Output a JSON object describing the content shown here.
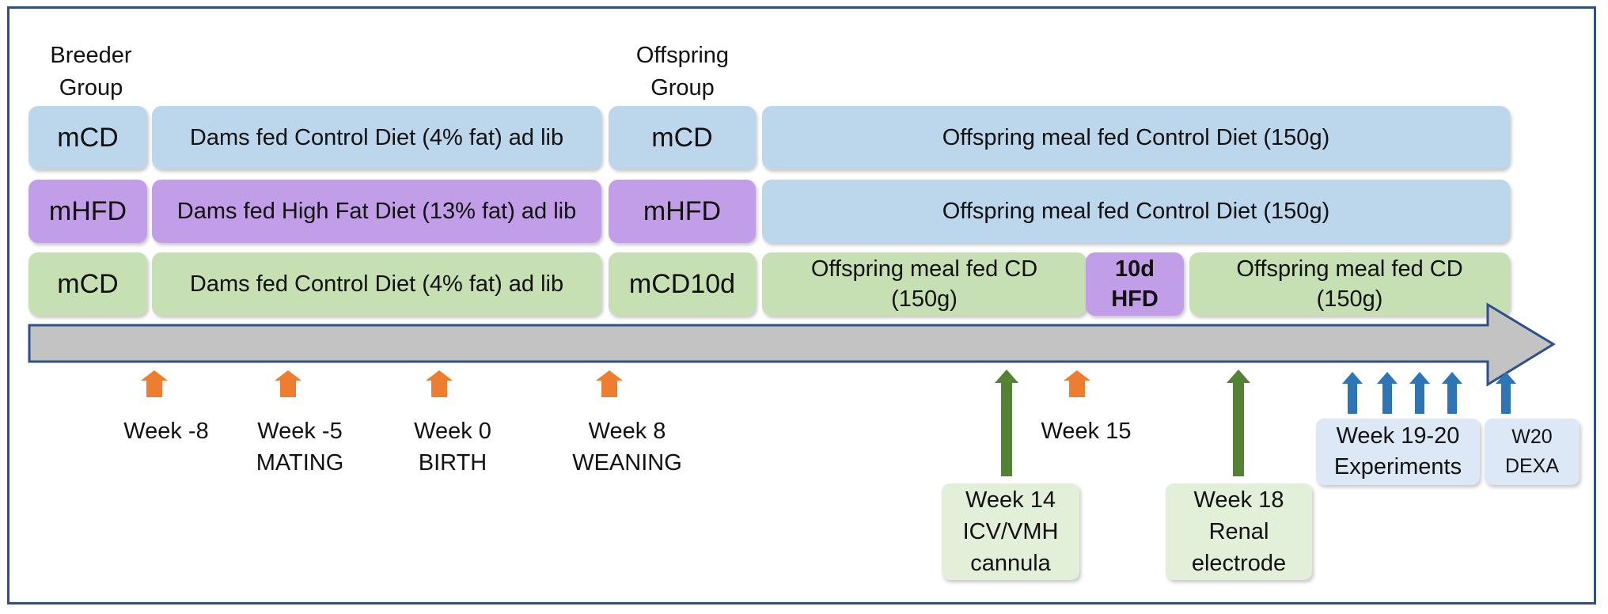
{
  "colors": {
    "border": "#2f4f8a",
    "blue_box": "#bcd6ec",
    "purple_box": "#c29ee9",
    "green_box": "#c6e0b4",
    "note_blue": "#dce8f5",
    "note_green": "#e2efd9",
    "timeline_fill": "#c3c3c3",
    "timeline_stroke": "#2f4f8a",
    "orange_arrow": "#ed7d31",
    "green_arrow": "#548235",
    "blue_arrow": "#2e75b6"
  },
  "headers": {
    "breeder": "Breeder\nGroup",
    "offspring": "Offspring\nGroup"
  },
  "rows": [
    {
      "breeder_group": "mCD",
      "dam_diet": "Dams fed Control Diet (4% fat) ad lib",
      "offspring_group": "mCD",
      "offspring_diet": "Offspring meal fed Control Diet (150g)"
    },
    {
      "breeder_group": "mHFD",
      "dam_diet": "Dams fed High Fat Diet (13% fat) ad lib",
      "offspring_group": "mHFD",
      "offspring_diet": "Offspring meal fed Control Diet (150g)"
    },
    {
      "breeder_group": "mCD",
      "dam_diet": "Dams fed Control Diet (4% fat) ad lib",
      "offspring_group": "mCD10d",
      "offspring_diet_a": "Offspring meal fed CD\n(150g)",
      "hfd": "10d\nHFD",
      "offspring_diet_b": "Offspring meal fed CD\n(150g)"
    }
  ],
  "week_labels": {
    "w_minus8": "Week -8",
    "w_minus5": "Week -5\nMATING",
    "w0": "Week 0\nBIRTH",
    "w8": "Week 8\nWEANING",
    "w15": "Week 15"
  },
  "procedures": {
    "week14": "Week 14\nICV/VMH\ncannula",
    "week18": "Week 18\nRenal\nelectrode",
    "week19_20": "Week 19-20\nExperiments",
    "w20": "W20\nDEXA"
  }
}
